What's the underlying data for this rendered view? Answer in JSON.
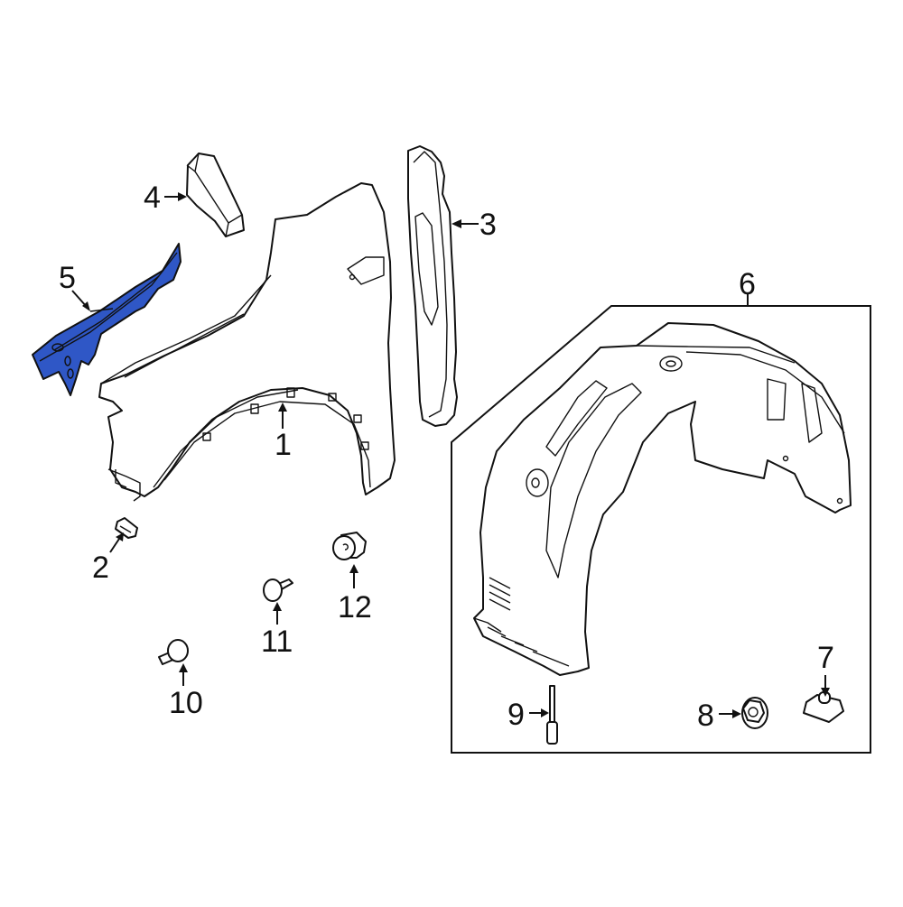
{
  "diagram": {
    "type": "exploded-parts-diagram",
    "subject": "Front fender assembly",
    "highlight_color": "#2f57c6",
    "highlighted_part": "5",
    "box_group": {
      "label": "6",
      "contains": [
        "6",
        "7",
        "8",
        "9"
      ]
    },
    "callouts": [
      {
        "id": "1",
        "label": "1",
        "part": "fender"
      },
      {
        "id": "2",
        "label": "2",
        "part": "clip"
      },
      {
        "id": "3",
        "label": "3",
        "part": "fender insulator"
      },
      {
        "id": "4",
        "label": "4",
        "part": "insulator block"
      },
      {
        "id": "5",
        "label": "5",
        "part": "fender apron bracket",
        "highlighted": true
      },
      {
        "id": "6",
        "label": "6",
        "part": "fender liner"
      },
      {
        "id": "7",
        "label": "7",
        "part": "u-nut"
      },
      {
        "id": "8",
        "label": "8",
        "part": "flange nut"
      },
      {
        "id": "9",
        "label": "9",
        "part": "rivet"
      },
      {
        "id": "10",
        "label": "10",
        "part": "push pin"
      },
      {
        "id": "11",
        "label": "11",
        "part": "push pin"
      },
      {
        "id": "12",
        "label": "12",
        "part": "grommet"
      }
    ]
  }
}
